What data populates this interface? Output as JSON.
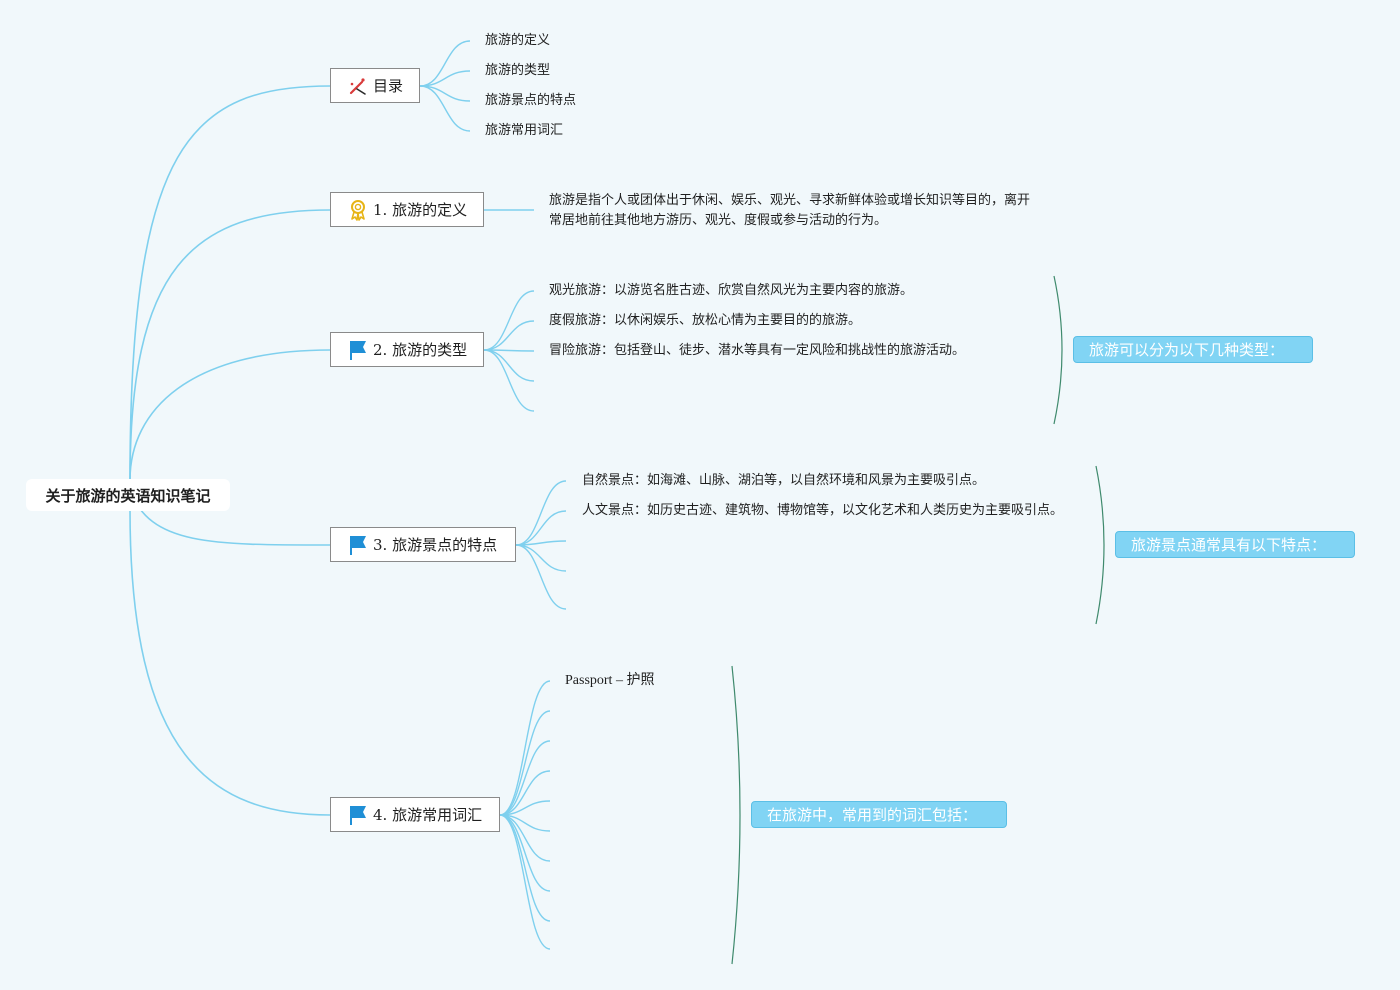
{
  "root": {
    "title": "关于旅游的英语知识笔记"
  },
  "branches": {
    "toc": {
      "label": "目录",
      "icon": "tools-icon",
      "items": [
        "旅游的定义",
        "旅游的类型",
        "旅游景点的特点",
        "旅游常用词汇"
      ]
    },
    "definition": {
      "label": "1. 旅游的定义",
      "icon": "award-ribbon-icon",
      "text": "旅游是指个人或团体出于休闲、娱乐、观光、寻求新鲜体验或增长知识等目的，离开常居地前往其他地方游历、观光、度假或参与活动的行为。"
    },
    "types": {
      "label": "2. 旅游的类型",
      "icon": "blue-flag-icon",
      "items": [
        "观光旅游：以游览名胜古迹、欣赏自然风光为主要内容的旅游。",
        "度假旅游：以休闲娱乐、放松心情为主要目的的旅游。",
        "冒险旅游：包括登山、徒步、潜水等具有一定风险和挑战性的旅游活动。"
      ],
      "summary": "旅游可以分为以下几种类型："
    },
    "features": {
      "label": "3. 旅游景点的特点",
      "icon": "blue-flag-icon",
      "items": [
        "自然景点：如海滩、山脉、湖泊等，以自然环境和风景为主要吸引点。",
        "人文景点：如历史古迹、建筑物、博物馆等，以文化艺术和人类历史为主要吸引点。"
      ],
      "summary": "旅游景点通常具有以下特点："
    },
    "vocab": {
      "label": "4. 旅游常用词汇",
      "icon": "blue-flag-icon",
      "items": [
        "Passport – 护照"
      ],
      "summary": "在旅游中，常用到的词汇包括："
    }
  },
  "colors": {
    "background": "#f1f8fb",
    "link": "#7fd0ee",
    "summary_fill": "#81d4f4",
    "brace": "#3f8a6d",
    "flag": "#1f8fd6"
  }
}
